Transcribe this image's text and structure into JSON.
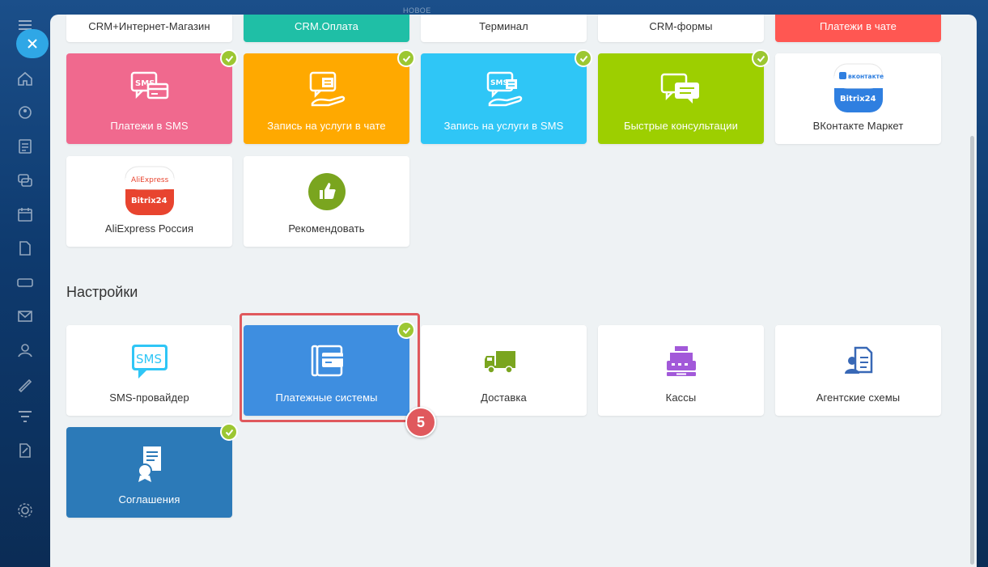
{
  "top_label": "НОВОЕ",
  "sidebar": {
    "icons": [
      "home-icon",
      "crm-icon",
      "tasks-icon",
      "chat-icon",
      "calendar-icon",
      "docs-icon",
      "drive-icon",
      "mail-icon",
      "contacts-icon",
      "sign-icon",
      "funnel-icon",
      "reports-icon",
      "settings-icon"
    ]
  },
  "top_row": [
    {
      "label": "CRM+Интернет-Магазин",
      "color": "#ffffff"
    },
    {
      "label": "CRM.Оплата",
      "color": "#1fbfa6"
    },
    {
      "label": "Терминал",
      "color": "#ffffff"
    },
    {
      "label": "CRM-формы",
      "color": "#ffffff"
    },
    {
      "label": "Платежи в чате",
      "color": "#ff5752"
    }
  ],
  "row2": [
    {
      "label": "Платежи в SMS",
      "color": "#f0698e",
      "checked": true
    },
    {
      "label": "Запись на услуги в чате",
      "color": "#ffa900",
      "checked": true
    },
    {
      "label": "Запись на услуги в SMS",
      "color": "#2fc6f6",
      "checked": true
    },
    {
      "label": "Быстрые консультации",
      "color": "#9dcf00",
      "checked": true
    },
    {
      "label": "ВКонтакте Маркет",
      "color": "#ffffff",
      "checked": false,
      "badge_top": "вконтакте",
      "badge_bottom": "Bitrix24"
    }
  ],
  "row3": [
    {
      "label": "AliExpress Россия",
      "badge_top": "AliExpress",
      "badge_bottom": "Bitrix24"
    },
    {
      "label": "Рекомендовать"
    }
  ],
  "settings": {
    "title": "Настройки",
    "tiles": [
      {
        "label": "SMS-провайдер",
        "icon_text": "SMS"
      },
      {
        "label": "Платежные системы",
        "color": "#3e8ee0",
        "checked": true
      },
      {
        "label": "Доставка"
      },
      {
        "label": "Кассы"
      },
      {
        "label": "Агентские схемы"
      },
      {
        "label": "Соглашения",
        "color": "#2c7ab8",
        "checked": true
      }
    ]
  },
  "step_badge": "5",
  "colors": {
    "check": "#9cc732",
    "highlight": "#e0595d",
    "sms_blue": "#2fc6f6",
    "truck_green": "#7aa51f",
    "register_purple": "#a259d9",
    "agent_blue": "#3868b6"
  }
}
